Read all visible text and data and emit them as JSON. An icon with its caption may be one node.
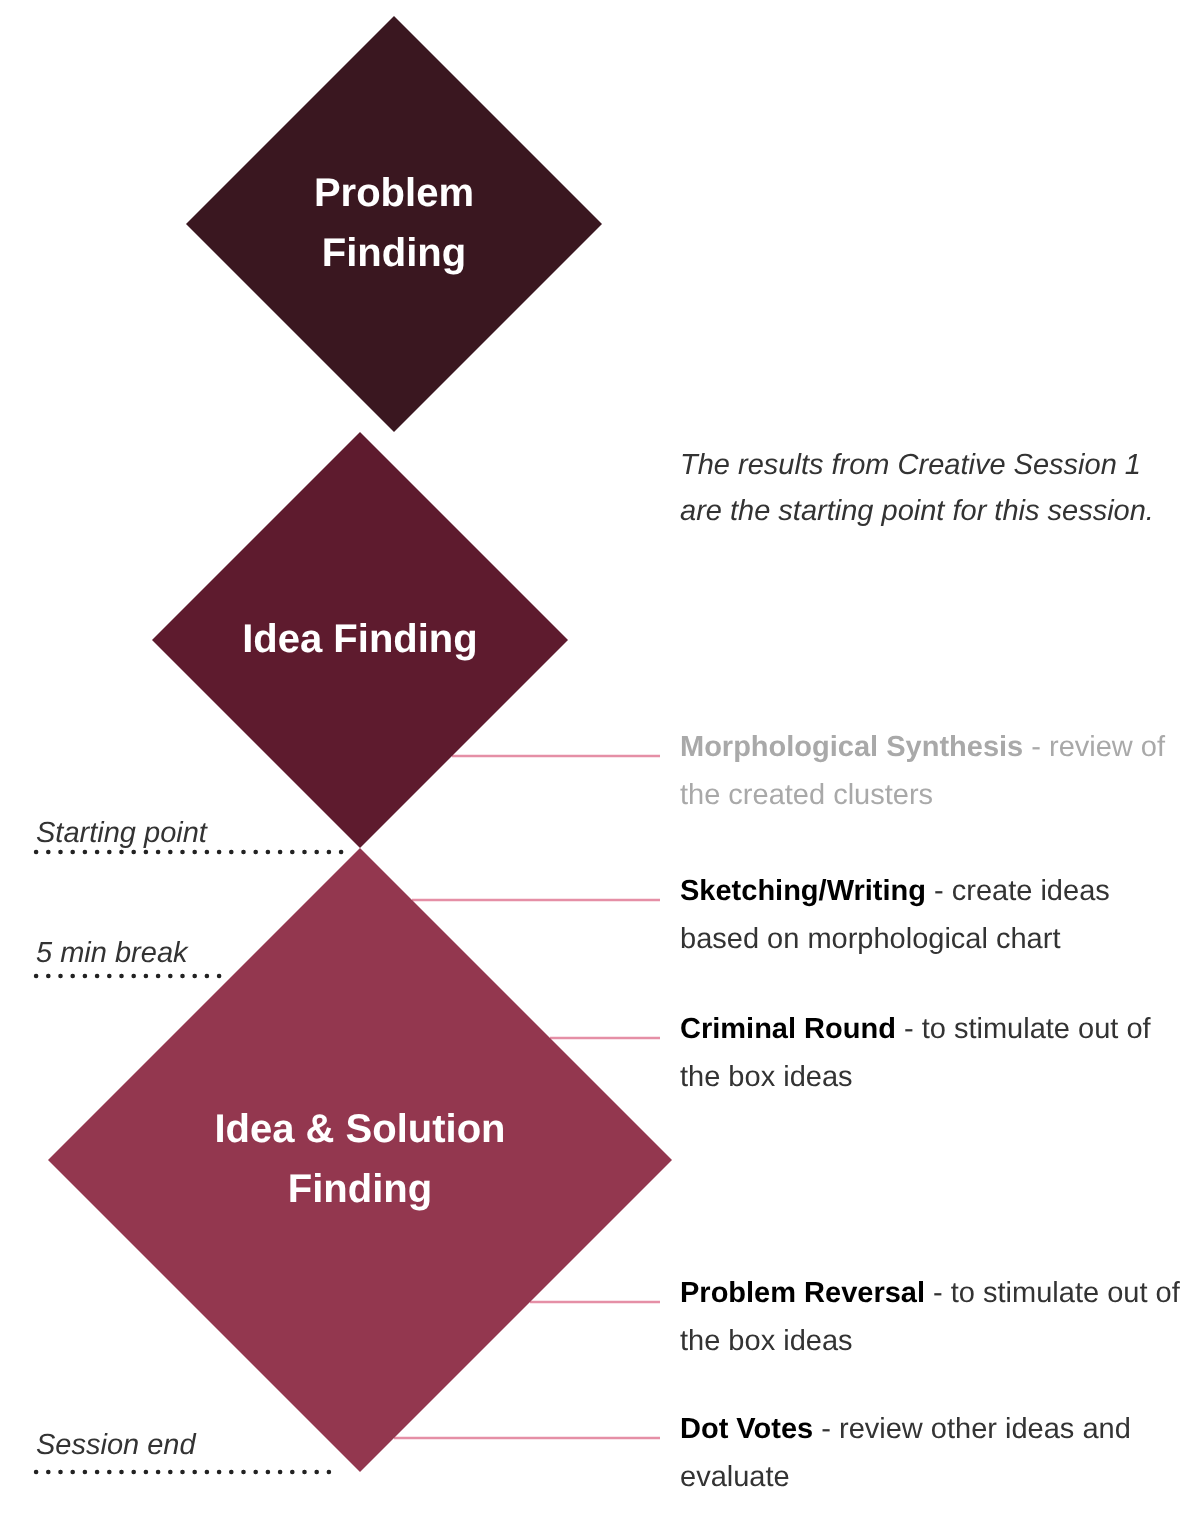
{
  "diagram": {
    "nodes": [
      {
        "text": [
          "Problem Finding"
        ]
      },
      {
        "text": [
          "Idea Finding"
        ]
      },
      {
        "text": [
          "Idea & Solution Finding"
        ]
      },
      {
        "text": [
          "**Morphological Synthesis** - review of the created clusters"
        ]
      },
      {
        "text": [
          "**Sketching/Writing** - create ideas based on morphological chart"
        ]
      },
      {
        "text": [
          "**Criminal Round** - to stimulate out of the box ideas"
        ]
      },
      {
        "text": [
          "**Problem Reversal** - to stimulate out of the box ideas"
        ]
      },
      {
        "text": [
          "**Dot Votes** - review other ideas and evaluate"
        ]
      }
    ],
    "edges": [
      {
        "from": 3,
        "to": 1,
        "arrow": "none"
      },
      {
        "from": 4,
        "to": 2,
        "arrow": "none"
      },
      {
        "from": 5,
        "to": 2,
        "arrow": "none"
      },
      {
        "from": 6,
        "to": 2,
        "arrow": "none"
      },
      {
        "from": 7,
        "to": 2,
        "arrow": "none"
      }
    ],
    "labels": [
      "The results from Creative Session 1 are the starting point for this session.",
      "Starting point",
      "5 min break",
      "Session end"
    ]
  }
}
